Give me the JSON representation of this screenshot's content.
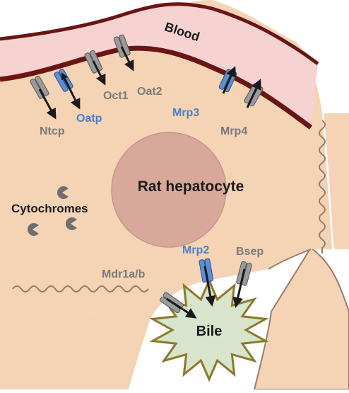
{
  "labels": {
    "blood": "Blood",
    "cell": "Rat hepatocyte",
    "cytochromes": "Cytochromes",
    "bile": "Bile"
  },
  "transporters": {
    "ntcp": "Ntcp",
    "oatp": "Oatp",
    "oct1": "Oct1",
    "oat2": "Oat2",
    "mrp3": "Mrp3",
    "mrp4": "Mrp4",
    "mrp2": "Mrp2",
    "bsep": "Bsep",
    "mdr1ab": "Mdr1a/b"
  },
  "colors": {
    "cell_fill": "#f5d3b5",
    "cell_outline": "#9b7b69",
    "blood_fill": "#f6d3d0",
    "blood_edge": "#6b1414",
    "nucleus_fill": "#d8a99a",
    "bile_fill": "#d8e4cb",
    "bile_outline": "#8a7a2a",
    "transporter_grey": "#9b9b9b",
    "transporter_blue": "#5b8fd6",
    "label_grey": "#7a7a7a",
    "label_blue": "#4a7fc8",
    "label_dark": "#1a1a1a"
  }
}
